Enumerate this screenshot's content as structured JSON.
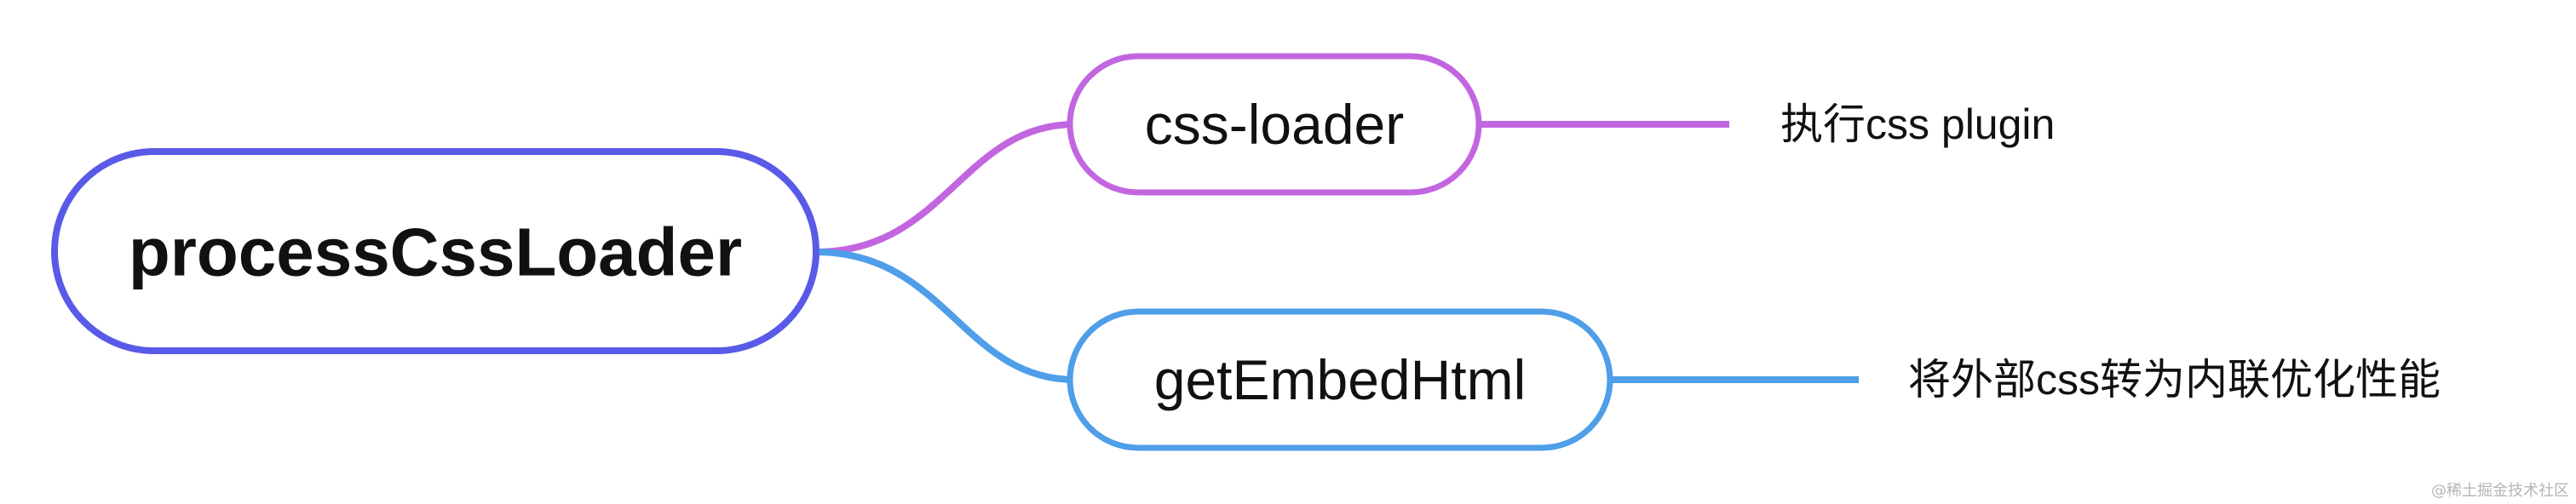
{
  "diagram": {
    "root": {
      "label": "processCssLoader",
      "color": "#5a5ae8"
    },
    "branches": [
      {
        "label": "css-loader",
        "color": "#c266e0",
        "leaf": "执行css plugin"
      },
      {
        "label": "getEmbedHtml",
        "color": "#4e9ee8",
        "leaf": "将外部css转为内联优化性能"
      }
    ]
  },
  "watermark": "@稀土掘金技术社区"
}
